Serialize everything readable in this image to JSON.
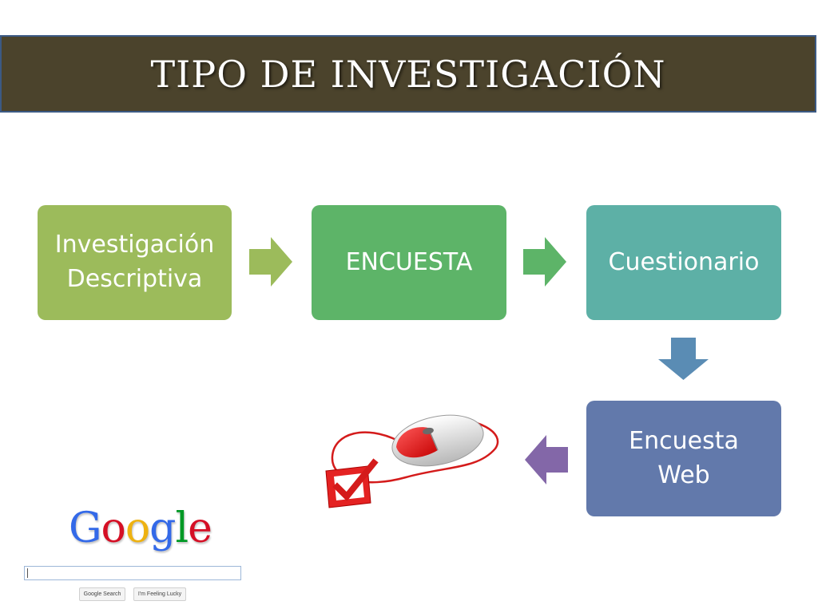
{
  "title": "TIPO DE INVESTIGACIÓN",
  "nodes": [
    {
      "lines": [
        "Investigación",
        "Descriptiva"
      ],
      "color": "#9cbb5b"
    },
    {
      "lines": [
        "ENCUESTA"
      ],
      "color": "#5db468"
    },
    {
      "lines": [
        "Cuestionario"
      ],
      "color": "#5db0a6"
    },
    {
      "lines": [
        "Encuesta",
        "Web"
      ],
      "color": "#6279ab"
    }
  ],
  "arrows": [
    {
      "direction": "right",
      "color": "#9cbb5b"
    },
    {
      "direction": "right",
      "color": "#5db468"
    },
    {
      "direction": "down",
      "color": "#5a8cb4"
    },
    {
      "direction": "left",
      "color": "#8367a8"
    }
  ],
  "google": {
    "logo_letters": [
      {
        "char": "G",
        "color": "#3369e8"
      },
      {
        "char": "o",
        "color": "#d50f25"
      },
      {
        "char": "o",
        "color": "#eeb211"
      },
      {
        "char": "g",
        "color": "#3369e8"
      },
      {
        "char": "l",
        "color": "#009925"
      },
      {
        "char": "e",
        "color": "#d50f25"
      }
    ],
    "search_button": "Google Search",
    "lucky_button": "I'm Feeling Lucky"
  },
  "icons": {
    "mouse": "computer-mouse-icon",
    "checkbox": "checkmark-box-icon"
  }
}
